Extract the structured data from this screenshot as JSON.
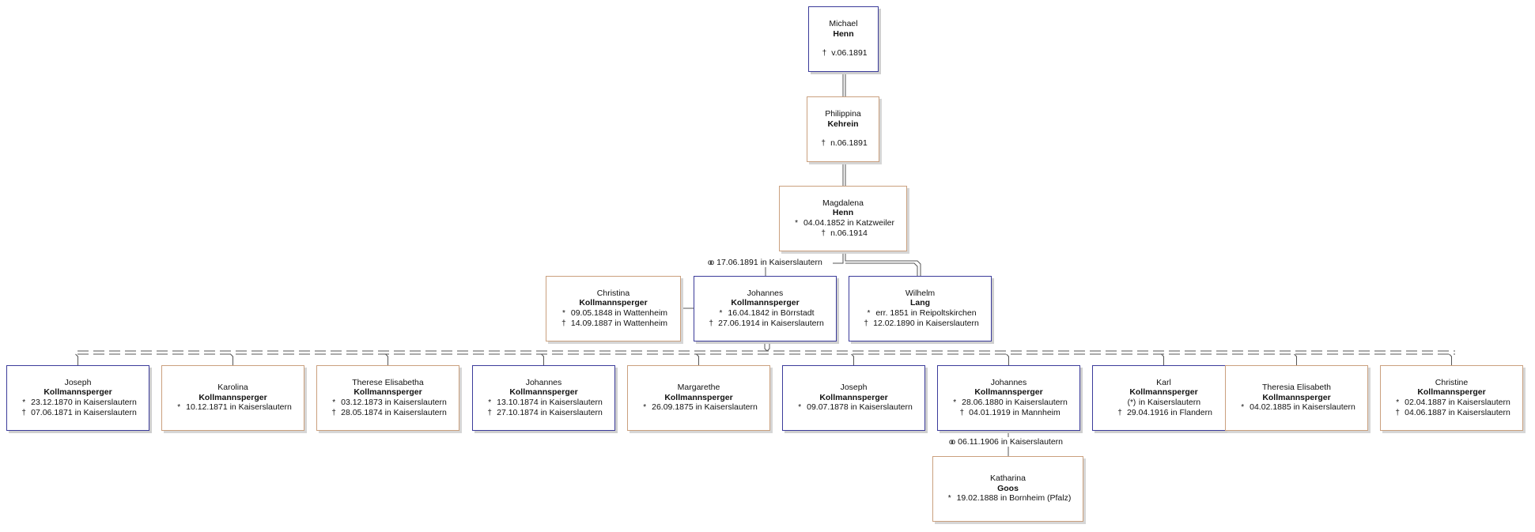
{
  "colors": {
    "male_border": "#3b3b9a",
    "female_border": "#caa07e",
    "line": "#555555"
  },
  "symbols": {
    "birth": "*",
    "death": "†",
    "marriage": "oo",
    "birth_illegitimate": "(*)"
  },
  "people": [
    {
      "id": "michael",
      "given": "Michael",
      "surname": "Henn",
      "sex": "male",
      "gap": true,
      "events": [
        {
          "sym": "†",
          "text": "v.06.1891"
        }
      ]
    },
    {
      "id": "philippina",
      "given": "Philippina",
      "surname": "Kehrein",
      "sex": "female",
      "gap": true,
      "events": [
        {
          "sym": "†",
          "text": "n.06.1891"
        }
      ]
    },
    {
      "id": "magdalena",
      "given": "Magdalena",
      "surname": "Henn",
      "sex": "female",
      "events": [
        {
          "sym": "*",
          "text": "04.04.1852 in Katzweiler"
        },
        {
          "sym": "†",
          "text": "n.06.1914"
        }
      ]
    },
    {
      "id": "christina",
      "given": "Christina",
      "surname": "Kollmannsperger",
      "sex": "female",
      "events": [
        {
          "sym": "*",
          "text": "09.05.1848 in Wattenheim"
        },
        {
          "sym": "†",
          "text": "14.09.1887 in Wattenheim"
        }
      ]
    },
    {
      "id": "johannes_sr",
      "given": "Johannes",
      "surname": "Kollmannsperger",
      "sex": "male",
      "events": [
        {
          "sym": "*",
          "text": "16.04.1842 in Börrstadt"
        },
        {
          "sym": "†",
          "text": "27.06.1914 in Kaiserslautern"
        }
      ]
    },
    {
      "id": "wilhelm",
      "given": "Wilhelm",
      "surname": "Lang",
      "sex": "male",
      "events": [
        {
          "sym": "*",
          "text": "err. 1851 in Reipoltskirchen"
        },
        {
          "sym": "†",
          "text": "12.02.1890 in Kaiserslautern"
        }
      ]
    },
    {
      "id": "joseph1",
      "given": "Joseph",
      "surname": "Kollmannsperger",
      "sex": "male",
      "events": [
        {
          "sym": "*",
          "text": "23.12.1870 in Kaiserslautern"
        },
        {
          "sym": "†",
          "text": "07.06.1871 in Kaiserslautern"
        }
      ]
    },
    {
      "id": "karolina",
      "given": "Karolina",
      "surname": "Kollmannsperger",
      "sex": "female",
      "events": [
        {
          "sym": "*",
          "text": "10.12.1871 in Kaiserslautern"
        }
      ]
    },
    {
      "id": "therese",
      "given": "Therese Elisabetha",
      "surname": "Kollmannsperger",
      "sex": "female",
      "events": [
        {
          "sym": "*",
          "text": "03.12.1873 in Kaiserslautern"
        },
        {
          "sym": "†",
          "text": "28.05.1874 in Kaiserslautern"
        }
      ]
    },
    {
      "id": "johannes1",
      "given": "Johannes",
      "surname": "Kollmannsperger",
      "sex": "male",
      "events": [
        {
          "sym": "*",
          "text": "13.10.1874 in Kaiserslautern"
        },
        {
          "sym": "†",
          "text": "27.10.1874 in Kaiserslautern"
        }
      ]
    },
    {
      "id": "margarethe",
      "given": "Margarethe",
      "surname": "Kollmannsperger",
      "sex": "female",
      "events": [
        {
          "sym": "*",
          "text": "26.09.1875 in Kaiserslautern"
        }
      ]
    },
    {
      "id": "joseph2",
      "given": "Joseph",
      "surname": "Kollmannsperger",
      "sex": "male",
      "events": [
        {
          "sym": "*",
          "text": "09.07.1878 in Kaiserslautern"
        }
      ]
    },
    {
      "id": "johannes2",
      "given": "Johannes",
      "surname": "Kollmannsperger",
      "sex": "male",
      "events": [
        {
          "sym": "*",
          "text": "28.06.1880 in Kaiserslautern"
        },
        {
          "sym": "†",
          "text": "04.01.1919 in Mannheim"
        }
      ]
    },
    {
      "id": "karl",
      "given": "Karl",
      "surname": "Kollmannsperger",
      "sex": "male",
      "events": [
        {
          "sym": "(*)",
          "text": "in Kaiserslautern"
        },
        {
          "sym": "†",
          "text": "29.04.1916 in Flandern"
        }
      ]
    },
    {
      "id": "theresia",
      "given": "Theresia Elisabeth",
      "surname": "Kollmannsperger",
      "sex": "female",
      "events": [
        {
          "sym": "*",
          "text": "04.02.1885 in Kaiserslautern"
        }
      ]
    },
    {
      "id": "christine",
      "given": "Christine",
      "surname": "Kollmannsperger",
      "sex": "female",
      "events": [
        {
          "sym": "*",
          "text": "02.04.1887 in Kaiserslautern"
        },
        {
          "sym": "†",
          "text": "04.06.1887 in Kaiserslautern"
        }
      ]
    },
    {
      "id": "katharina",
      "given": "Katharina",
      "surname": "Goos",
      "sex": "female",
      "events": [
        {
          "sym": "*",
          "text": "19.02.1888 in Bornheim (Pfalz)"
        }
      ]
    }
  ],
  "marriages": [
    {
      "id": "m1",
      "date": "17.06.1891 in Kaiserslautern"
    },
    {
      "id": "m2",
      "date": "06.11.1906 in Kaiserslautern"
    }
  ]
}
